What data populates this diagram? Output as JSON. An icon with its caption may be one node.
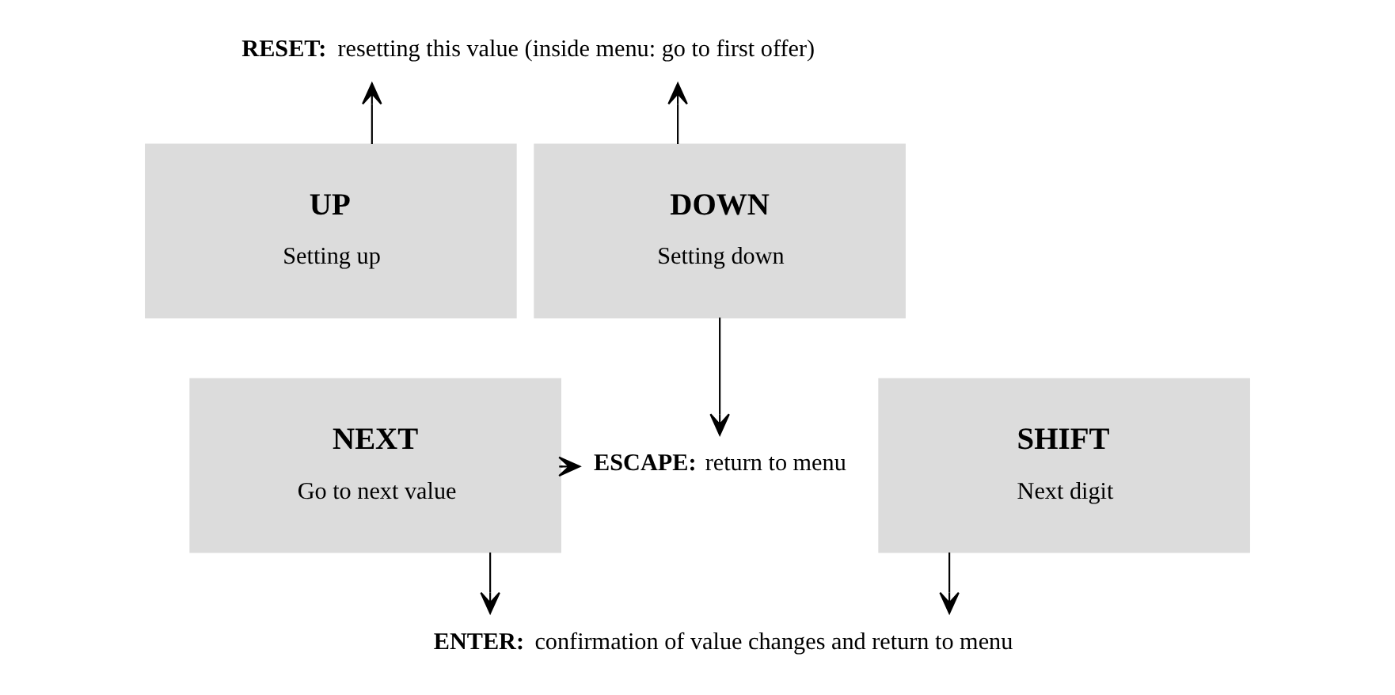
{
  "diagram": {
    "nodes": [
      {
        "text": [
          "RESET:",
          "resetting this value (inside menu: go to first offer)"
        ]
      },
      {
        "text": [
          "UP",
          "Setting up"
        ]
      },
      {
        "text": [
          "DOWN",
          "Setting down"
        ]
      },
      {
        "text": [
          "SHIFT",
          "Next digit"
        ]
      },
      {
        "text": [
          "NEXT",
          "Go to next value"
        ]
      },
      {
        "text": [
          "ESCAPE:",
          "return to menu"
        ]
      },
      {
        "text": [
          "ENTER:",
          "confirmation of value changes and return to menu"
        ]
      }
    ],
    "edges": [
      {
        "from": 1,
        "to": 0,
        "arrow": "to"
      },
      {
        "from": 2,
        "to": 0,
        "arrow": "to"
      },
      {
        "from": 2,
        "to": 5,
        "arrow": "to"
      },
      {
        "from": 4,
        "to": 5,
        "arrow": "to"
      },
      {
        "from": 3,
        "to": 6,
        "arrow": "to"
      },
      {
        "from": 4,
        "to": 6,
        "arrow": "to"
      }
    ]
  }
}
